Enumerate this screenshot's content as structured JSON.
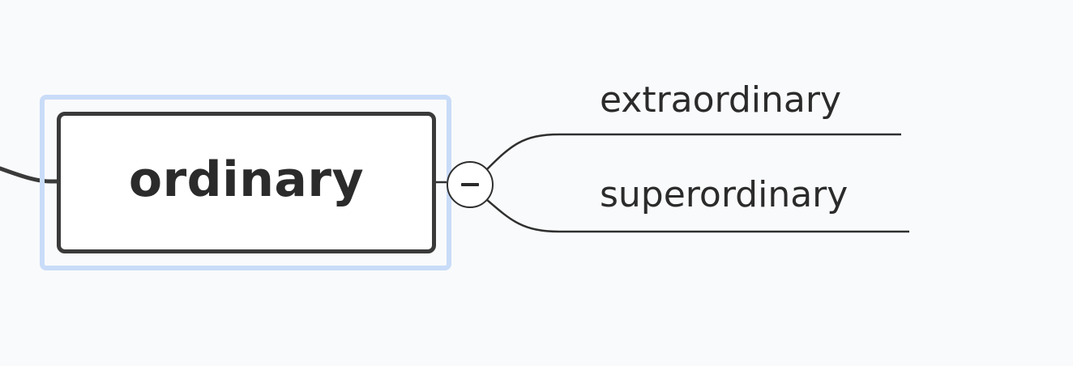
{
  "central_topic": {
    "label": "ordinary",
    "collapse_control": "minus-icon"
  },
  "subtopics": [
    {
      "label": "extraordinary"
    },
    {
      "label": "superordinary"
    }
  ],
  "colors": {
    "background": "#f9fafc",
    "line": "#2f2f2f",
    "selection_ring": "#c9dcf8",
    "topic_border": "#3a3a3a",
    "text": "#2b2b2b"
  }
}
